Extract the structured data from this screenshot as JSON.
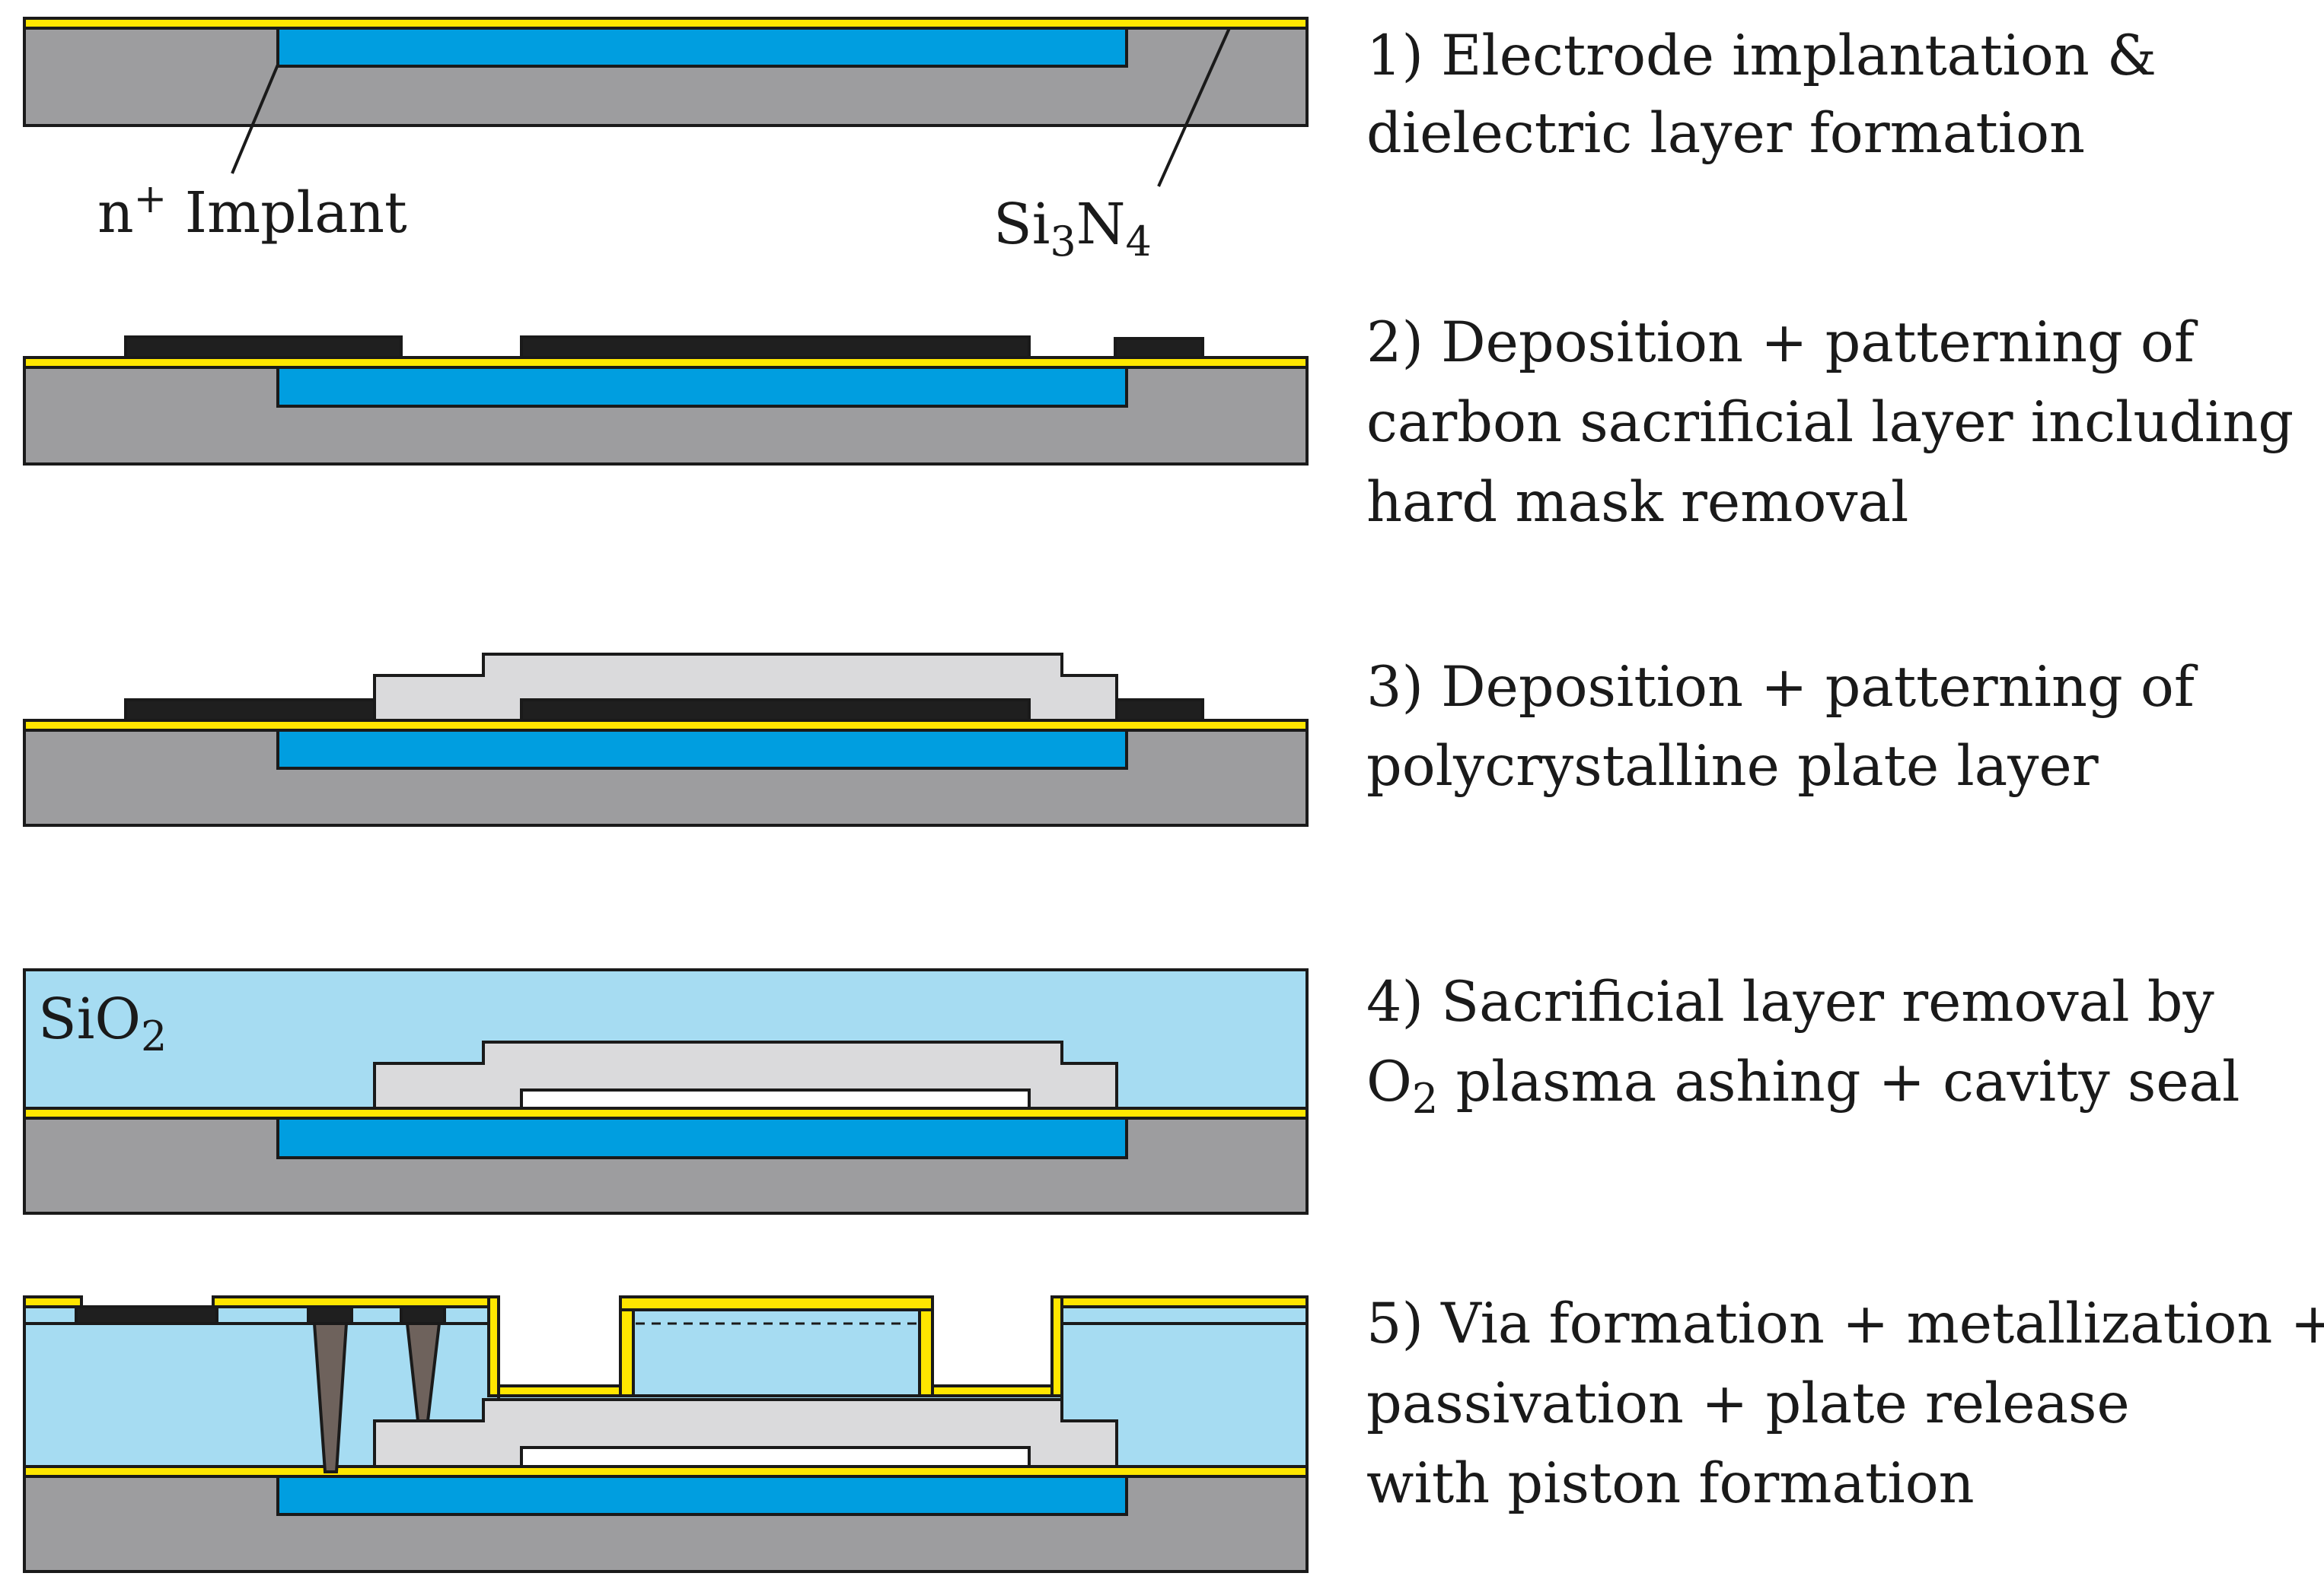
{
  "steps": [
    {
      "lines": [
        "1) Electrode implantation &",
        "dielectric layer formation"
      ]
    },
    {
      "lines": [
        "2) Deposition + patterning of",
        "carbon sacrificial layer including",
        "hard mask removal"
      ]
    },
    {
      "lines": [
        "3) Deposition + patterning of",
        "polycrystalline plate layer"
      ]
    },
    {
      "lines": [
        "4) Sacrificial layer removal by",
        "plasma ashing + cavity seal"
      ],
      "line2_prefix": "O",
      "line2_subscript": "2"
    },
    {
      "lines": [
        "5) Via formation + metallization +",
        "passivation + plate release",
        "with piston formation"
      ]
    }
  ],
  "labels": {
    "implant": {
      "prefix": "n",
      "superscript": "+",
      "rest": " Implant"
    },
    "nitride": {
      "a": "Si",
      "sub_a": "3",
      "b": "N",
      "sub_b": "4"
    },
    "oxide": {
      "a": "SiO",
      "sub": "2"
    }
  },
  "colors": {
    "substrate": "#9d9d9f",
    "implant": "#009ee0",
    "nitride": "#ffe600",
    "carbon": "#1f1f1f",
    "poly": "#dadadc",
    "oxide": "#a6dcf2",
    "via": "#6e625c",
    "outline": "#1a1a1a"
  }
}
